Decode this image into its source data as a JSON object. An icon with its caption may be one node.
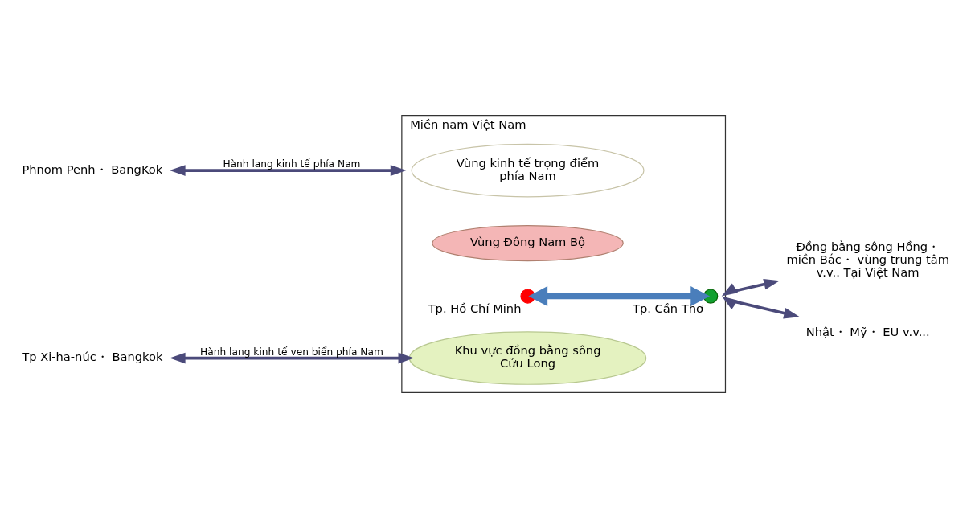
{
  "diagram": {
    "nodes": [
      {
        "text": [
          "Miền nam Việt Nam"
        ]
      },
      {
        "text": [
          "Vùng kinh tế trọng điểm phía Nam"
        ],
        "in": 0
      },
      {
        "text": [
          "Vùng Đông Nam Bộ"
        ],
        "in": 0
      },
      {
        "text": [],
        "shape": "circle",
        "beside": [
          "Tp. Hồ Chí Minh"
        ],
        "in": 0
      },
      {
        "text": [
          "Khu vực đồng bằng sông Cửu Long"
        ],
        "in": 0
      },
      {
        "text": [],
        "shape": "circle",
        "beside": [
          "Tp. Cần Thơ"
        ],
        "in": 0
      },
      {
        "text": [
          "Phnom Penh・ BangKok"
        ]
      },
      {
        "text": [
          "Đồng bằng sông Hồng・ miền Bắc・ vùng trung tâm v.v.. Tại Việt Nam"
        ]
      },
      {
        "text": [
          "Tp Xi-ha-núc・ Bangkok"
        ]
      },
      {
        "text": [
          "Nhật・ Mỹ・ EU v.v..."
        ]
      }
    ],
    "edges": [
      {
        "from": 6,
        "to": 0,
        "arrow": "both",
        "label": "Hành lang kinh tế phía Nam"
      },
      {
        "from": 7,
        "to": 0,
        "arrow": "both"
      },
      {
        "from": 3,
        "to": 5,
        "arrow": "both",
        "style": "thick",
        "color": "#4a7ebb"
      },
      {
        "from": 8,
        "to": 4,
        "arrow": "both",
        "label": "Hành lang kinh tế ven biển phía Nam"
      },
      {
        "from": 9,
        "to": 0,
        "arrow": "both"
      }
    ]
  }
}
